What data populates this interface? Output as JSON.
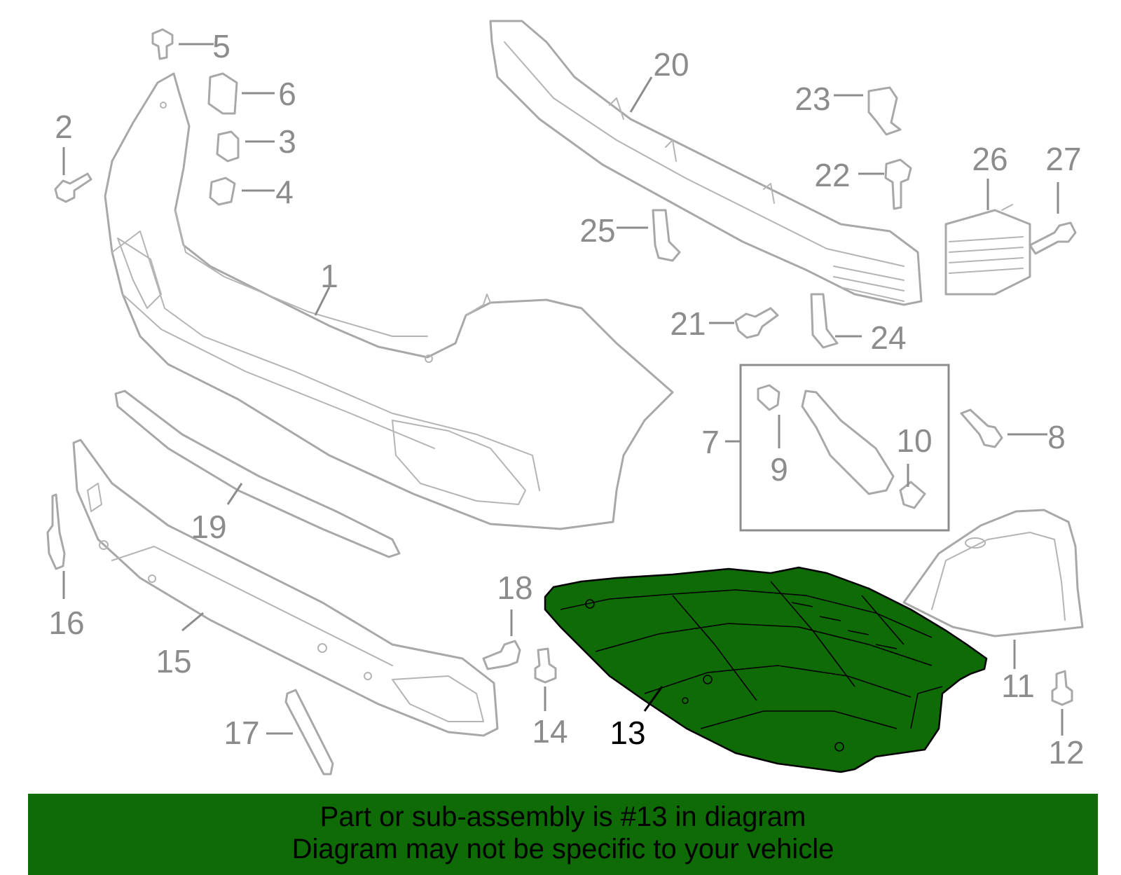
{
  "callouts": [
    {
      "id": "1",
      "label": "1",
      "highlighted": false
    },
    {
      "id": "2",
      "label": "2",
      "highlighted": false
    },
    {
      "id": "3",
      "label": "3",
      "highlighted": false
    },
    {
      "id": "4",
      "label": "4",
      "highlighted": false
    },
    {
      "id": "5",
      "label": "5",
      "highlighted": false
    },
    {
      "id": "6",
      "label": "6",
      "highlighted": false
    },
    {
      "id": "7",
      "label": "7",
      "highlighted": false
    },
    {
      "id": "8",
      "label": "8",
      "highlighted": false
    },
    {
      "id": "9",
      "label": "9",
      "highlighted": false
    },
    {
      "id": "10",
      "label": "10",
      "highlighted": false
    },
    {
      "id": "11",
      "label": "11",
      "highlighted": false
    },
    {
      "id": "12",
      "label": "12",
      "highlighted": false
    },
    {
      "id": "13",
      "label": "13",
      "highlighted": true
    },
    {
      "id": "14",
      "label": "14",
      "highlighted": false
    },
    {
      "id": "15",
      "label": "15",
      "highlighted": false
    },
    {
      "id": "16",
      "label": "16",
      "highlighted": false
    },
    {
      "id": "17",
      "label": "17",
      "highlighted": false
    },
    {
      "id": "18",
      "label": "18",
      "highlighted": false
    },
    {
      "id": "19",
      "label": "19",
      "highlighted": false
    },
    {
      "id": "20",
      "label": "20",
      "highlighted": false
    },
    {
      "id": "21",
      "label": "21",
      "highlighted": false
    },
    {
      "id": "22",
      "label": "22",
      "highlighted": false
    },
    {
      "id": "23",
      "label": "23",
      "highlighted": false
    },
    {
      "id": "24",
      "label": "24",
      "highlighted": false
    },
    {
      "id": "25",
      "label": "25",
      "highlighted": false
    },
    {
      "id": "26",
      "label": "26",
      "highlighted": false
    },
    {
      "id": "27",
      "label": "27",
      "highlighted": false
    }
  ],
  "banner": {
    "line1": "Part or sub-assembly is #13 in diagram",
    "line2": "Diagram may not be specific to your vehicle"
  },
  "colors": {
    "highlight_part": "#0f6b05",
    "banner_background": "#0f6b05",
    "part_outline": "#a8a8a8",
    "callout_text": "#8c8c8c",
    "highlight_text": "#000000"
  }
}
